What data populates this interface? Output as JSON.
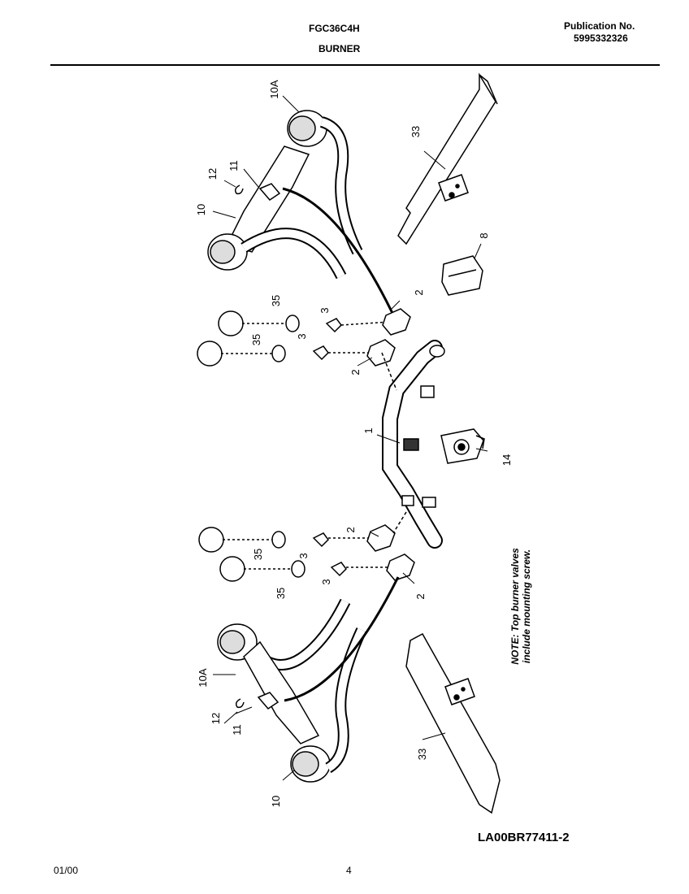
{
  "header": {
    "model": "FGC36C4H",
    "section": "BURNER",
    "publication_label": "Publication No.",
    "publication_number": "5995332326"
  },
  "diagram": {
    "callouts": {
      "burner_top": "10A",
      "burner_left": "10",
      "gasket": "11",
      "clip": "12",
      "bracket_top": "33",
      "bracket_bottom": "33",
      "igniter": "8",
      "valve_a": "2",
      "valve_b": "2",
      "valve_c": "2",
      "valve_d": "2",
      "stem_a": "3",
      "stem_b": "3",
      "stem_c": "3",
      "stem_d": "3",
      "bezel_a": "35",
      "bezel_b": "35",
      "bezel_c": "35",
      "bezel_d": "35",
      "manifold": "1",
      "regulator": "14",
      "burner_bottom": "10A",
      "burner_right": "10",
      "gasket_b": "11",
      "clip_b": "12"
    },
    "note_line1": "NOTE: Top burner valves",
    "note_line2": "include mounting screw."
  },
  "footer": {
    "drawing_id": "LA00BR77411-2",
    "date": "01/00",
    "page": "4"
  }
}
